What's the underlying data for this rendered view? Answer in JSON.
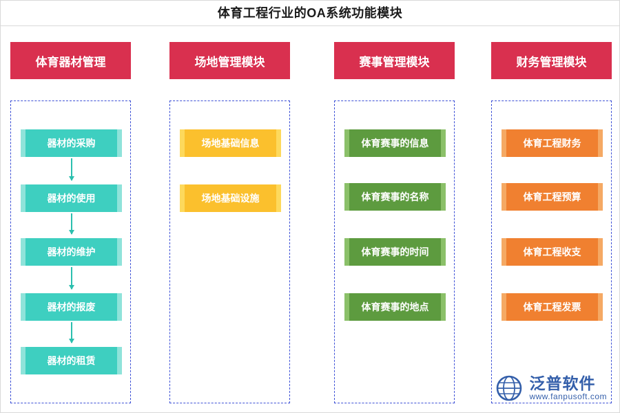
{
  "title": "体育工程行业的OA系统功能模块",
  "columns": [
    {
      "header": "体育器材管理",
      "header_color": "#d9304f",
      "node_color": "#3ecfc0",
      "node_cap_color": "#8fe3da",
      "arrow_color": "#2bbfae",
      "has_arrows": true,
      "nodes": [
        "器材的采购",
        "器材的使用",
        "器材的维护",
        "器材的报废",
        "器材的租赁"
      ]
    },
    {
      "header": "场地管理模块",
      "header_color": "#d9304f",
      "node_color": "#fbc02d",
      "node_cap_color": "#fdd95c",
      "arrow_color": "#fbc02d",
      "has_arrows": false,
      "nodes": [
        "场地基础信息",
        "场地基础设施"
      ]
    },
    {
      "header": "赛事管理模块",
      "header_color": "#d9304f",
      "node_color": "#5d9b3f",
      "node_cap_color": "#8bc069",
      "arrow_color": "#5d9b3f",
      "has_arrows": false,
      "nodes": [
        "体育赛事的信息",
        "体育赛事的名称",
        "体育赛事的时间",
        "体育赛事的地点"
      ]
    },
    {
      "header": "财务管理模块",
      "header_color": "#d9304f",
      "node_color": "#f08030",
      "node_cap_color": "#f5a964",
      "arrow_color": "#f08030",
      "has_arrows": false,
      "nodes": [
        "体育工程财务",
        "体育工程预算",
        "体育工程收支",
        "体育工程发票"
      ]
    }
  ],
  "watermark": {
    "name": "泛普软件",
    "url": "www.fanpusoft.com",
    "color": "#2a57a6",
    "icon": "globe-icon"
  }
}
